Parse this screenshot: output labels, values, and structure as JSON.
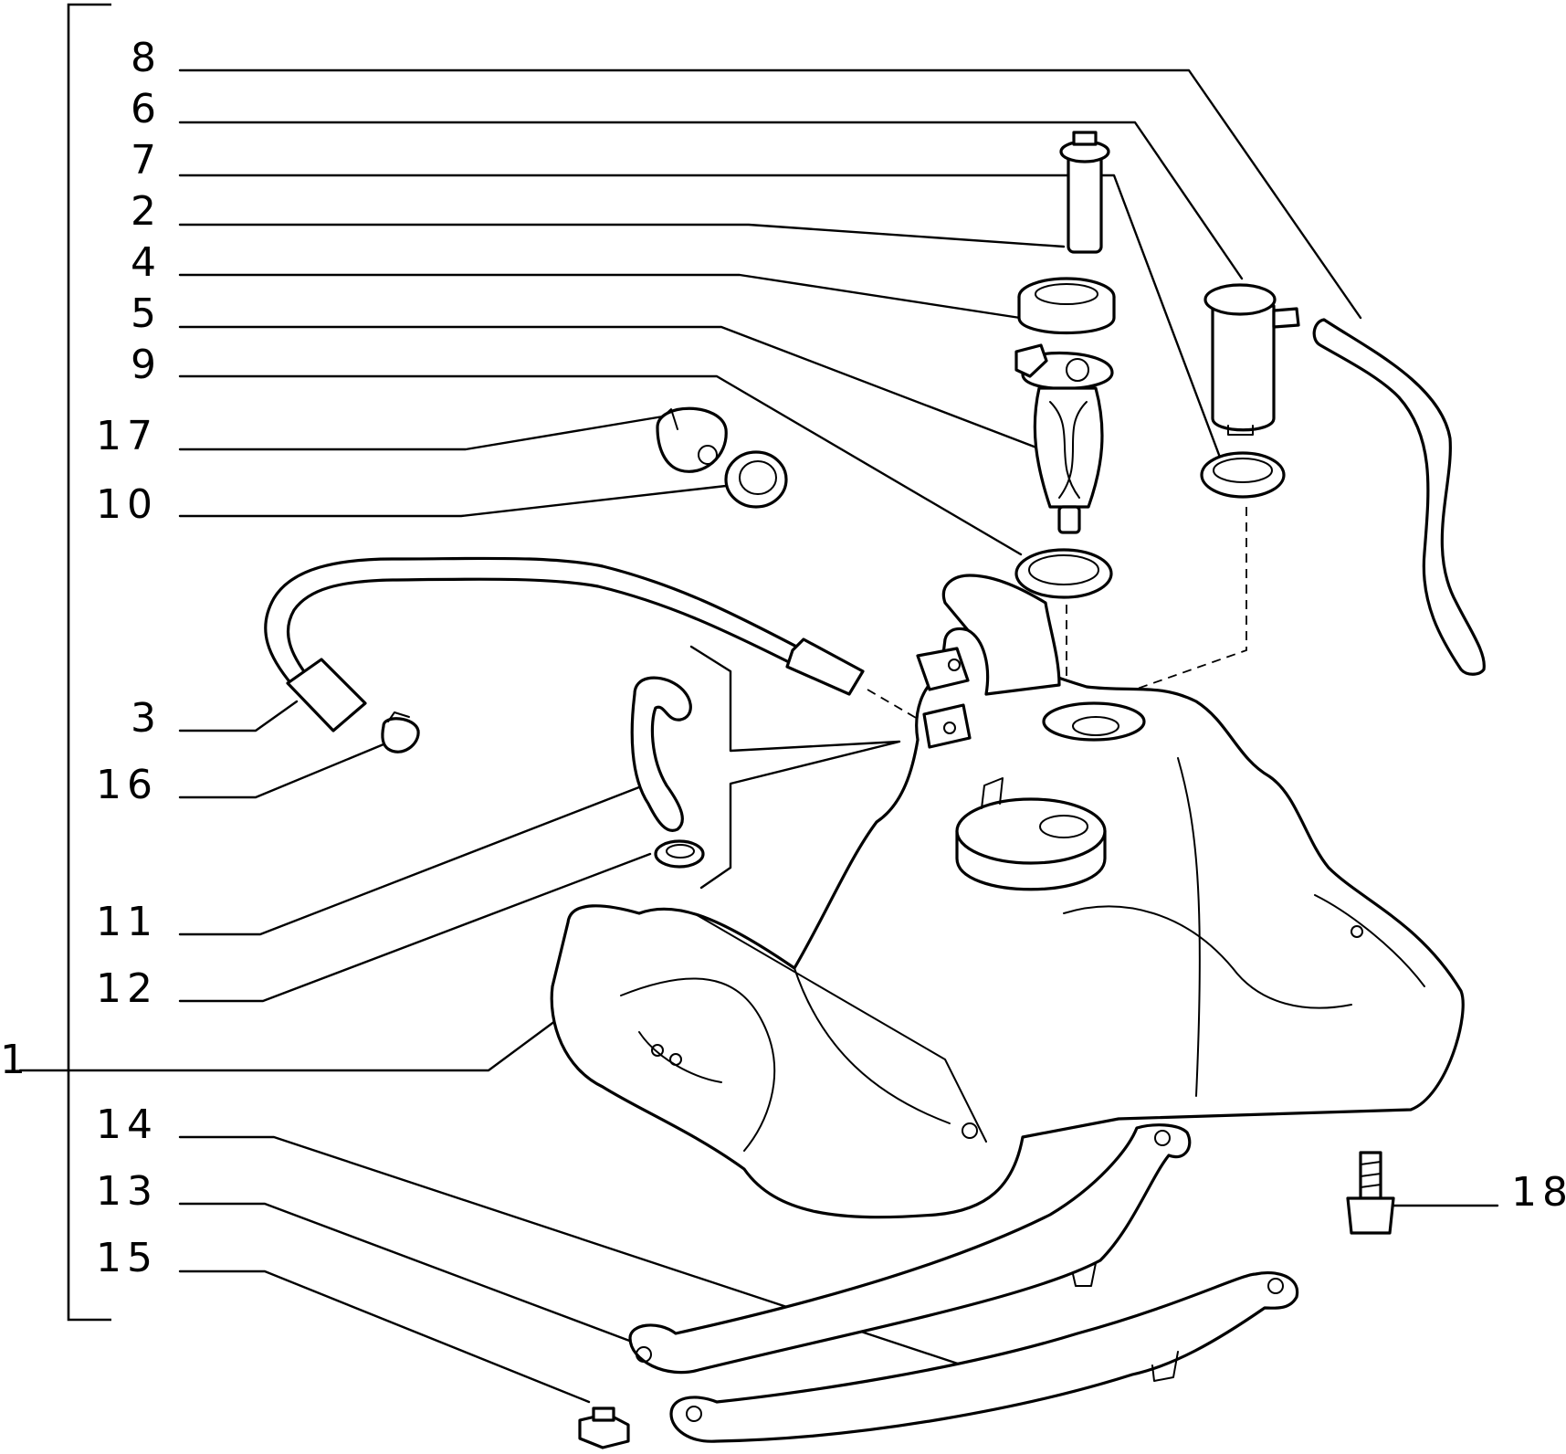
{
  "callouts": {
    "c8": "8",
    "c6": "6",
    "c7": "7",
    "c2": "2",
    "c4": "4",
    "c5": "5",
    "c9": "9",
    "c17": "17",
    "c10": "10",
    "c3": "3",
    "c16": "16",
    "c11": "11",
    "c12": "12",
    "c1": "1",
    "c14": "14",
    "c13": "13",
    "c15": "15",
    "c18": "18"
  },
  "colors": {
    "line": "#000000",
    "background": "#ffffff"
  }
}
